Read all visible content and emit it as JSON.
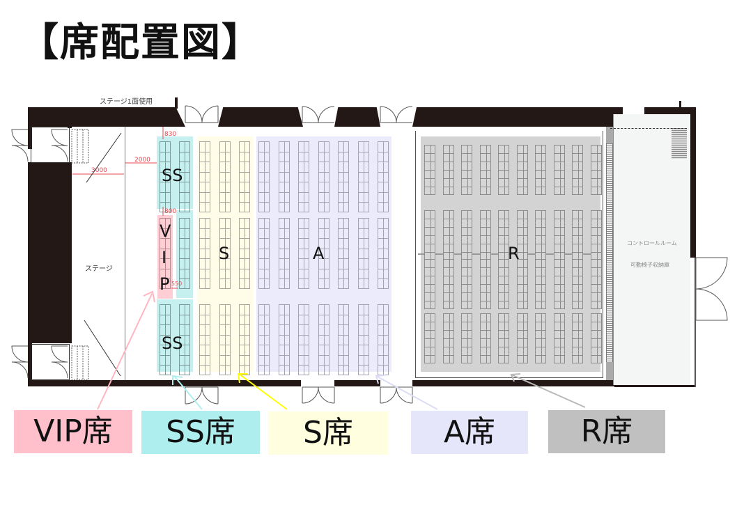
{
  "title": "【席配置図】",
  "floorplan": {
    "stage_note": "ステージ1面使用",
    "stage_label": "ステージ",
    "control_room_label": "コントロールルーム",
    "storage_label": "可動椅子収納庫",
    "dimensions": {
      "stage_depth": "3000",
      "stage_to_seats": "2000",
      "wall_to_ss": "830",
      "ss_to_vip": "800",
      "vip_aisle": "550"
    },
    "zones": {
      "ss_top": "SS",
      "vip_v": "V",
      "vip_i": "I",
      "vip_p": "P",
      "s": "S",
      "a": "A",
      "r": "R",
      "ss_bottom": "SS"
    },
    "zone_colors": {
      "vip": "#ffc0cb",
      "ss": "#afeeee",
      "s": "#ffffe0",
      "a": "#e6e6fa",
      "r": "#c0c0c0"
    },
    "seat_columns": {
      "ss": 2,
      "s": 3,
      "a": 7,
      "r": 10
    }
  },
  "legend": [
    {
      "label": "VIP席",
      "color": "#ffc0cb"
    },
    {
      "label": "SS席",
      "color": "#afeeee"
    },
    {
      "label": "S席",
      "color": "#ffffe0"
    },
    {
      "label": "A席",
      "color": "#e6e6fa"
    },
    {
      "label": "R席",
      "color": "#c0c0c0"
    }
  ]
}
